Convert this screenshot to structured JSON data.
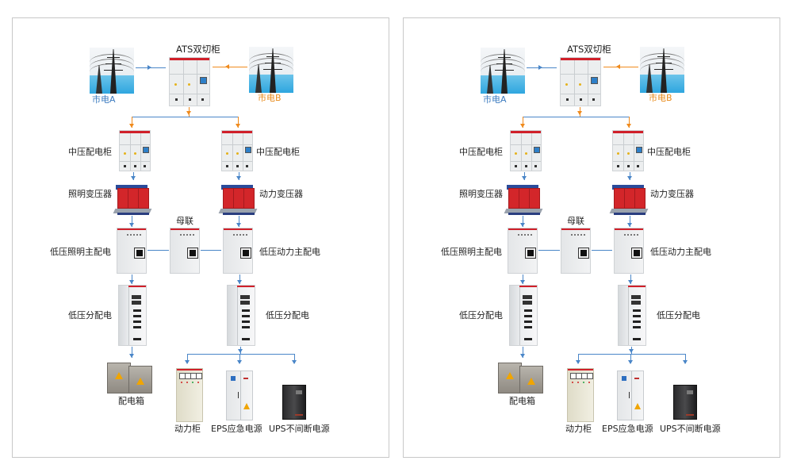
{
  "diagram": {
    "type": "power distribution system diagram",
    "panels": [
      {
        "id": "left",
        "source_a_label": "市电A",
        "source_b_label": "市电B",
        "ats_label": "ATS双切柜",
        "mv_left_label": "中压配电柜",
        "mv_right_label": "中压配电柜",
        "xf_left_label": "照明变压器",
        "xf_right_label": "动力变压器",
        "bus_tie_label": "母联",
        "lv_left_label": "低压照明主配电",
        "lv_right_label": "低压动力主配电",
        "dist_left_label": "低压分配电",
        "dist_right_label": "低压分配电",
        "box_label": "配电箱",
        "power_cabinet_label": "动力柜",
        "eps_label": "EPS应急电源",
        "ups_label": "UPS不间断电源"
      },
      {
        "id": "right",
        "source_a_label": "市电A",
        "source_b_label": "市电B",
        "ats_label": "ATS双切柜",
        "mv_left_label": "中压配电柜",
        "mv_right_label": "中压配电柜",
        "xf_left_label": "照明变压器",
        "xf_right_label": "动力变压器",
        "bus_tie_label": "母联",
        "lv_left_label": "低压照明主配电",
        "lv_right_label": "低压动力主配电",
        "dist_left_label": "低压分配电",
        "dist_right_label": "低压分配电",
        "box_label": "配电箱",
        "power_cabinet_label": "动力柜",
        "eps_label": "EPS应急电源",
        "ups_label": "UPS不间断电源"
      }
    ],
    "colors": {
      "source_a": "#3d7cc0",
      "source_b": "#e88a1a",
      "line_blue": "#4a86c8",
      "line_orange": "#f08a1c",
      "cabinet_top": "#d0202a"
    }
  }
}
